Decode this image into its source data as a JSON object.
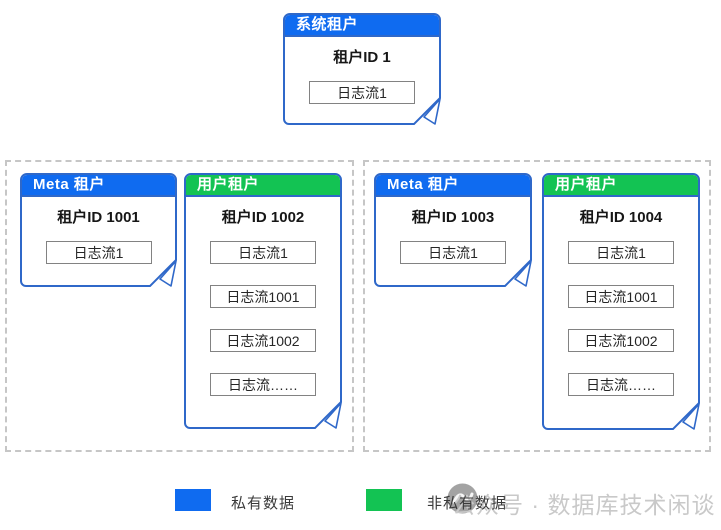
{
  "palette": {
    "header_blue": "#0f6bf0",
    "header_green": "#13c353",
    "card_border": "#2f68c9",
    "stream_box_border": "#828282",
    "dashed_border": "#c6c6c6",
    "watermark_gray": "#c9c9c9"
  },
  "cards": {
    "system": {
      "header_label": "系统租户",
      "header_color": "#0f6bf0",
      "tenant_id": "租户ID 1",
      "streams": [
        "日志流1"
      ]
    },
    "meta_left": {
      "header_label": "Meta 租户",
      "header_color": "#0f6bf0",
      "tenant_id": "租户ID 1001",
      "streams": [
        "日志流1"
      ]
    },
    "user_left": {
      "header_label": "用户租户",
      "header_color": "#13c353",
      "tenant_id": "租户ID 1002",
      "streams": [
        "日志流1",
        "日志流1001",
        "日志流1002",
        "日志流……"
      ]
    },
    "meta_right": {
      "header_label": "Meta 租户",
      "header_color": "#0f6bf0",
      "tenant_id": "租户ID 1003",
      "streams": [
        "日志流1"
      ]
    },
    "user_right": {
      "header_label": "用户租户",
      "header_color": "#13c353",
      "tenant_id": "租户ID 1004",
      "streams": [
        "日志流1",
        "日志流1001",
        "日志流1002",
        "日志流……"
      ]
    }
  },
  "legend": {
    "items": [
      {
        "label": "私有数据",
        "color": "#0f6bf0"
      },
      {
        "label": "非私有数据",
        "color": "#13c353"
      }
    ]
  },
  "watermark": {
    "text": "公众号 · 数据库技术闲谈",
    "icon": "wechat-account-logo"
  }
}
